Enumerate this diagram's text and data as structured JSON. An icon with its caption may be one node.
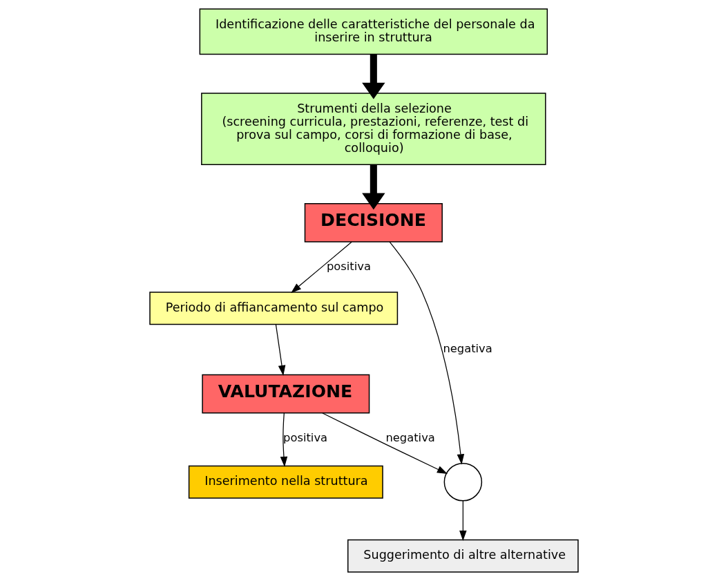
{
  "diagram": {
    "nodes": [
      {
        "text": [
          "Identificazione delle caratteristiche del personale da inserire in struttura"
        ]
      },
      {
        "text": [
          "Strumenti della selezione",
          "(screening curricula, prestazioni, referenze, test di prova sul campo, corsi di formazione di base, colloquio)"
        ]
      },
      {
        "text": [
          "DECISIONE"
        ]
      },
      {
        "text": [
          "Periodo di affiancamento sul campo"
        ]
      },
      {
        "text": [
          "VALUTAZIONE"
        ]
      },
      {
        "text": [
          "Inserimento nella struttura"
        ]
      },
      {
        "text": [],
        "shape": "circle"
      },
      {
        "text": [
          "Suggerimento di altre alternative"
        ]
      }
    ],
    "edges": [
      {
        "from": 0,
        "to": 1,
        "arrow": "to",
        "style": "thick"
      },
      {
        "from": 1,
        "to": 2,
        "arrow": "to",
        "style": "thick"
      },
      {
        "from": 2,
        "to": 3,
        "arrow": "to",
        "label": "positiva"
      },
      {
        "from": 2,
        "to": 6,
        "arrow": "to",
        "label": "negativa"
      },
      {
        "from": 3,
        "to": 4,
        "arrow": "to"
      },
      {
        "from": 4,
        "to": 6,
        "arrow": "to",
        "label": "negativa"
      },
      {
        "from": 4,
        "to": 5,
        "arrow": "to",
        "label": "positiva"
      },
      {
        "from": 6,
        "to": 7,
        "arrow": "to"
      }
    ]
  }
}
